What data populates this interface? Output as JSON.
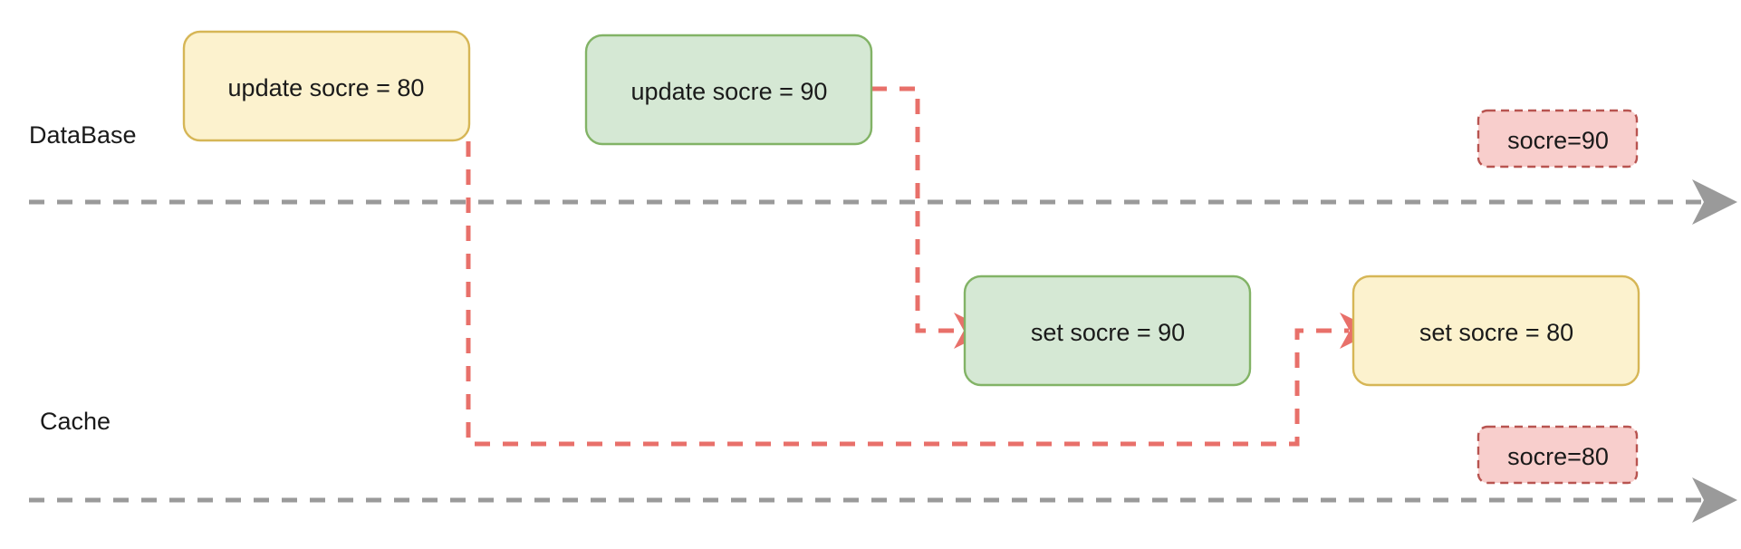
{
  "diagram": {
    "title": "DataBase / Cache inconsistency sequence",
    "background": "#ffffff",
    "lanes": [
      {
        "id": "database",
        "label": "DataBase"
      },
      {
        "id": "cache",
        "label": "Cache"
      }
    ],
    "palette": {
      "yellow_fill": "#FCF2CE",
      "yellow_stroke": "#D6B656",
      "green_fill": "#D5E8D4",
      "green_stroke": "#82B366",
      "pink_fill": "#F8CECC",
      "pink_stroke": "#B85450",
      "red_flow": "#E8706A",
      "gray_timeline": "#9A9A9A",
      "text": "#1a1a1a"
    },
    "nodes": [
      {
        "id": "update-80",
        "label": "update socre = 80",
        "lane": "database",
        "style": "yellow"
      },
      {
        "id": "update-90",
        "label": "update socre = 90",
        "lane": "database",
        "style": "green"
      },
      {
        "id": "set-90",
        "label": "set socre = 90",
        "lane": "cache",
        "style": "green"
      },
      {
        "id": "set-80",
        "label": "set socre = 80",
        "lane": "cache",
        "style": "yellow"
      }
    ],
    "badges": [
      {
        "id": "db-final",
        "label": "socre=90",
        "lane": "database",
        "style": "pink"
      },
      {
        "id": "cache-final",
        "label": "socre=80",
        "lane": "cache",
        "style": "pink"
      }
    ],
    "flows": [
      {
        "id": "flow-update80-to-set80",
        "from": "update-80",
        "to": "set-80",
        "color": "#E8706A"
      },
      {
        "id": "flow-update90-to-set90",
        "from": "update-90",
        "to": "set-90",
        "color": "#E8706A"
      }
    ],
    "timelines": [
      {
        "id": "database-timeline",
        "lane": "database",
        "direction": "right"
      },
      {
        "id": "cache-timeline",
        "lane": "cache",
        "direction": "right"
      }
    ]
  }
}
